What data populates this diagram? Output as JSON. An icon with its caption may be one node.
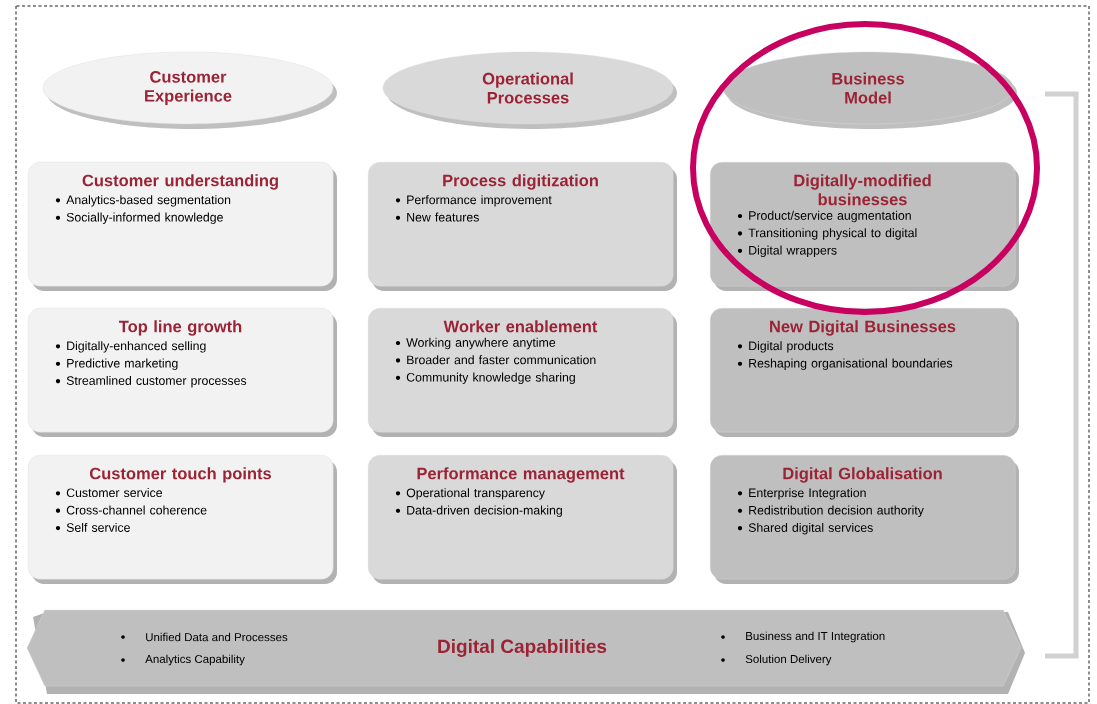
{
  "diagram": {
    "nodes": [
      {
        "text": [
          "Customer Experience"
        ]
      },
      {
        "text": [
          "Operational Processes"
        ]
      },
      {
        "text": [
          "Business Model"
        ]
      },
      {
        "text": [
          "Customer understanding",
          "Analytics-based segmentation",
          "Socially-informed knowledge"
        ]
      },
      {
        "text": [
          "Process digitization",
          "Performance improvement",
          "New features"
        ]
      },
      {
        "text": [
          "Digitally-modified businesses",
          "Product/service augmentation",
          "Transitioning physical to digital",
          "Digital wrappers"
        ]
      },
      {
        "text": [
          "Top line growth",
          "Digitally-enhanced selling",
          "Predictive marketing",
          "Streamlined customer processes"
        ]
      },
      {
        "text": [
          "Worker enablement",
          "Working anywhere anytime",
          "Broader and faster communication",
          "Community knowledge sharing"
        ]
      },
      {
        "text": [
          "New Digital Businesses",
          "Digital products",
          "Reshaping organisational boundaries"
        ]
      },
      {
        "text": [
          "Customer touch points",
          "Customer service",
          "Cross-channel coherence",
          "Self service"
        ]
      },
      {
        "text": [
          "Performance management",
          "Operational transparency",
          "Data-driven decision-making"
        ]
      },
      {
        "text": [
          "Digital Globalisation",
          "Enterprise Integration",
          "Redistribution decision authority",
          "Shared digital services"
        ]
      },
      {
        "text": [
          "Unified Data and Processes",
          "Analytics Capability",
          "Digital Capabilities",
          "Business and IT Integration",
          "Solution Delivery"
        ]
      }
    ]
  }
}
